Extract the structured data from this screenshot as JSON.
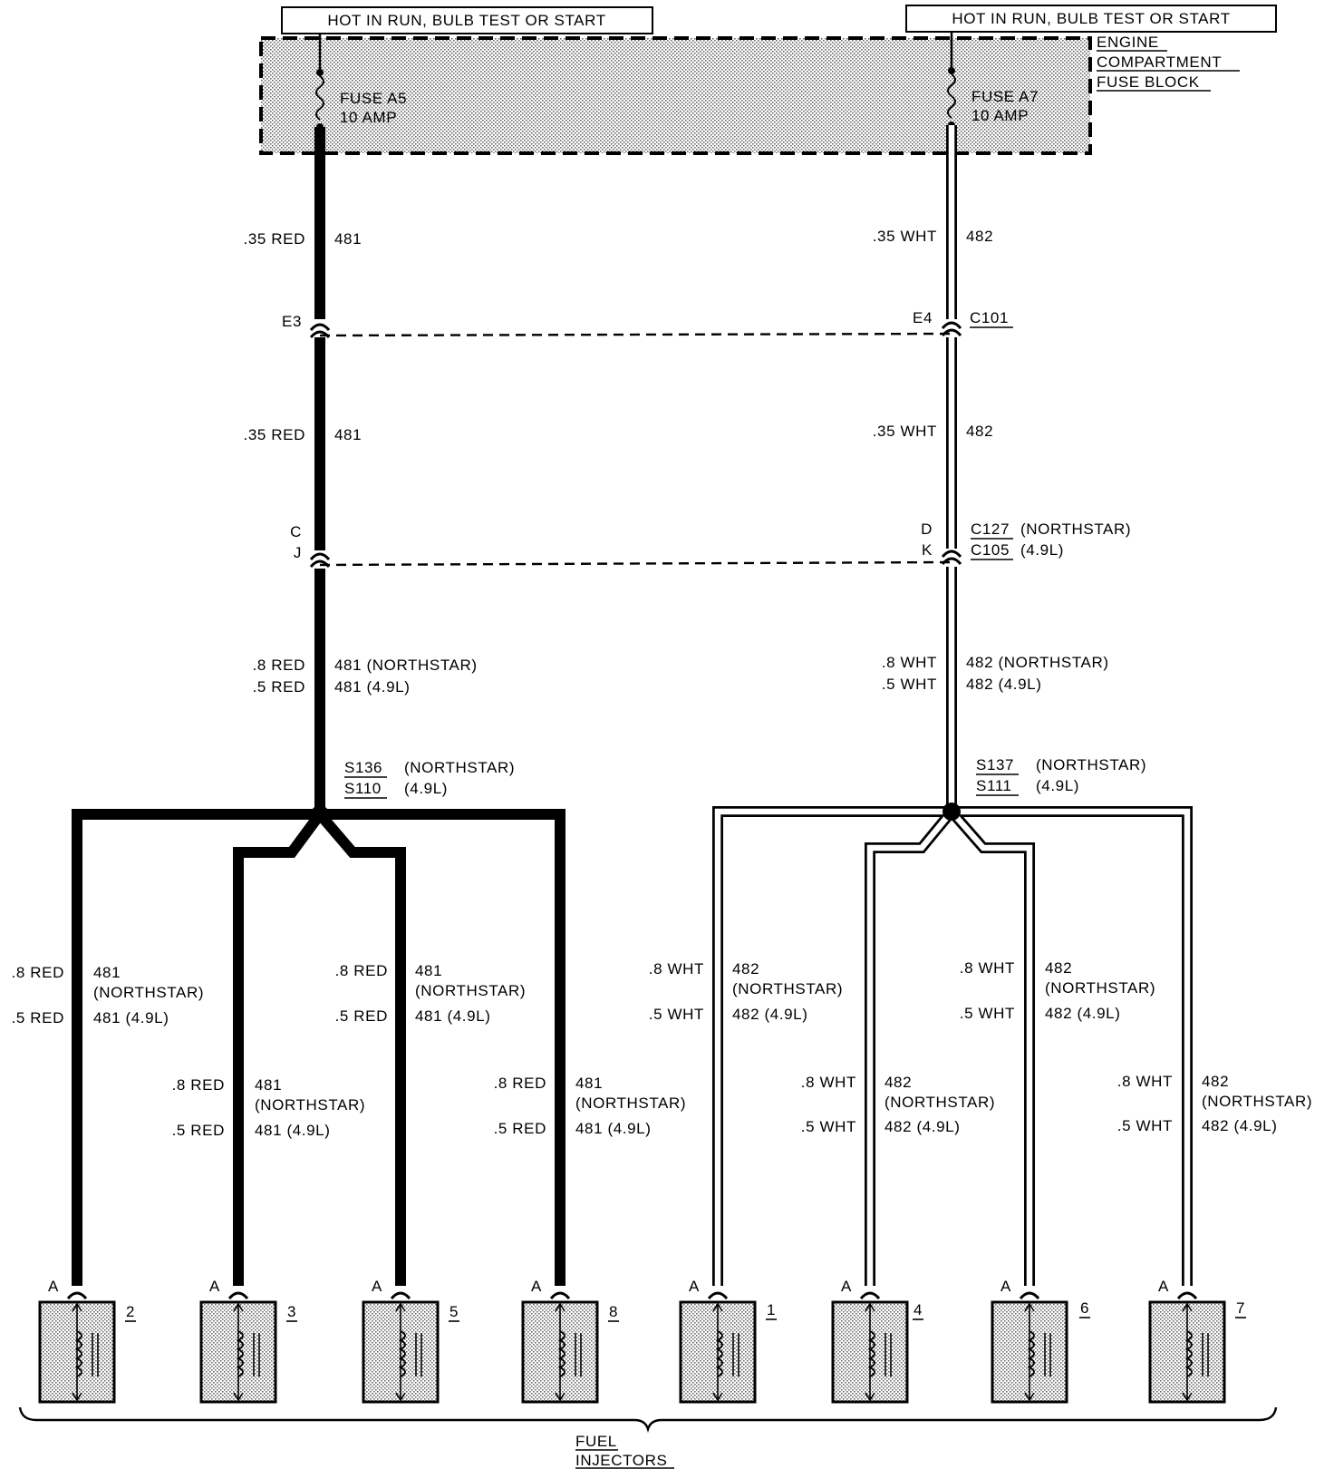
{
  "power": {
    "left_label": "HOT IN RUN,  BULB TEST OR START",
    "right_label": "HOT IN RUN,  BULB TEST OR START"
  },
  "fuse_block": {
    "name_line1": "ENGINE",
    "name_line2": "COMPARTMENT",
    "name_line3": "FUSE BLOCK",
    "fuse_left_name": "FUSE A5",
    "fuse_left_rating": "10 AMP",
    "fuse_right_name": "FUSE A7",
    "fuse_right_rating": "10 AMP"
  },
  "wires": {
    "red_seg1_color": ".35 RED",
    "red_seg1_circuit": "481",
    "wht_seg1_color": ".35 WHT",
    "wht_seg1_circuit": "482",
    "red_seg2_color": ".35 RED",
    "red_seg2_circuit": "481",
    "wht_seg2_color": ".35 WHT",
    "wht_seg2_circuit": "482",
    "red_seg3_color_a": ".8 RED",
    "red_seg3_circuit_a": "481 (NORTHSTAR)",
    "red_seg3_color_b": ".5 RED",
    "red_seg3_circuit_b": "481 (4.9L)",
    "wht_seg3_color_a": ".8 WHT",
    "wht_seg3_circuit_a": "482 (NORTHSTAR)",
    "wht_seg3_color_b": ".5 WHT",
    "wht_seg3_circuit_b": "482 (4.9L)"
  },
  "connectors": {
    "c101_left_pin": "E3",
    "c101_right_pin": "E4",
    "c101_name": "C101",
    "c127_left_pin": "C",
    "c105_left_pin": "J",
    "c127_right_pin": "D",
    "c105_right_pin": "K",
    "c127_name": "C127",
    "c127_note": "(NORTHSTAR)",
    "c105_name": "C105",
    "c105_note": "(4.9L)"
  },
  "splices": {
    "left_a_name": "S136",
    "left_a_note": "(NORTHSTAR)",
    "left_b_name": "S110",
    "left_b_note": "(4.9L)",
    "right_a_name": "S137",
    "right_a_note": "(NORTHSTAR)",
    "right_b_name": "S111",
    "right_b_note": "(4.9L)"
  },
  "branches": [
    {
      "color_a": ".8 RED",
      "circuit_a": "481",
      "circuit_a2": "(NORTHSTAR)",
      "color_b": ".5 RED",
      "circuit_b": "481 (4.9L)"
    },
    {
      "color_a": ".8 RED",
      "circuit_a": "481",
      "circuit_a2": "(NORTHSTAR)",
      "color_b": ".5 RED",
      "circuit_b": "481 (4.9L)"
    },
    {
      "color_a": ".8 RED",
      "circuit_a": "481",
      "circuit_a2": "(NORTHSTAR)",
      "color_b": ".5 RED",
      "circuit_b": "481 (4.9L)"
    },
    {
      "color_a": ".8 RED",
      "circuit_a": "481",
      "circuit_a2": "(NORTHSTAR)",
      "color_b": ".5 RED",
      "circuit_b": "481 (4.9L)"
    },
    {
      "color_a": ".8 WHT",
      "circuit_a": "482",
      "circuit_a2": "(NORTHSTAR)",
      "color_b": ".5 WHT",
      "circuit_b": "482 (4.9L)"
    },
    {
      "color_a": ".8 WHT",
      "circuit_a": "482",
      "circuit_a2": "(NORTHSTAR)",
      "color_b": ".5 WHT",
      "circuit_b": "482 (4.9L)"
    },
    {
      "color_a": ".8 WHT",
      "circuit_a": "482",
      "circuit_a2": "(NORTHSTAR)",
      "color_b": ".5 WHT",
      "circuit_b": "482 (4.9L)"
    },
    {
      "color_a": ".8 WHT",
      "circuit_a": "482",
      "circuit_a2": "(NORTHSTAR)",
      "color_b": ".5 WHT",
      "circuit_b": "482 (4.9L)"
    }
  ],
  "injectors": [
    {
      "pin": "A",
      "number": "2"
    },
    {
      "pin": "A",
      "number": "3"
    },
    {
      "pin": "A",
      "number": "5"
    },
    {
      "pin": "A",
      "number": "8"
    },
    {
      "pin": "A",
      "number": "1"
    },
    {
      "pin": "A",
      "number": "4"
    },
    {
      "pin": "A",
      "number": "6"
    },
    {
      "pin": "A",
      "number": "7"
    }
  ],
  "footer": {
    "label_line1": "FUEL",
    "label_line2": "INJECTORS"
  }
}
